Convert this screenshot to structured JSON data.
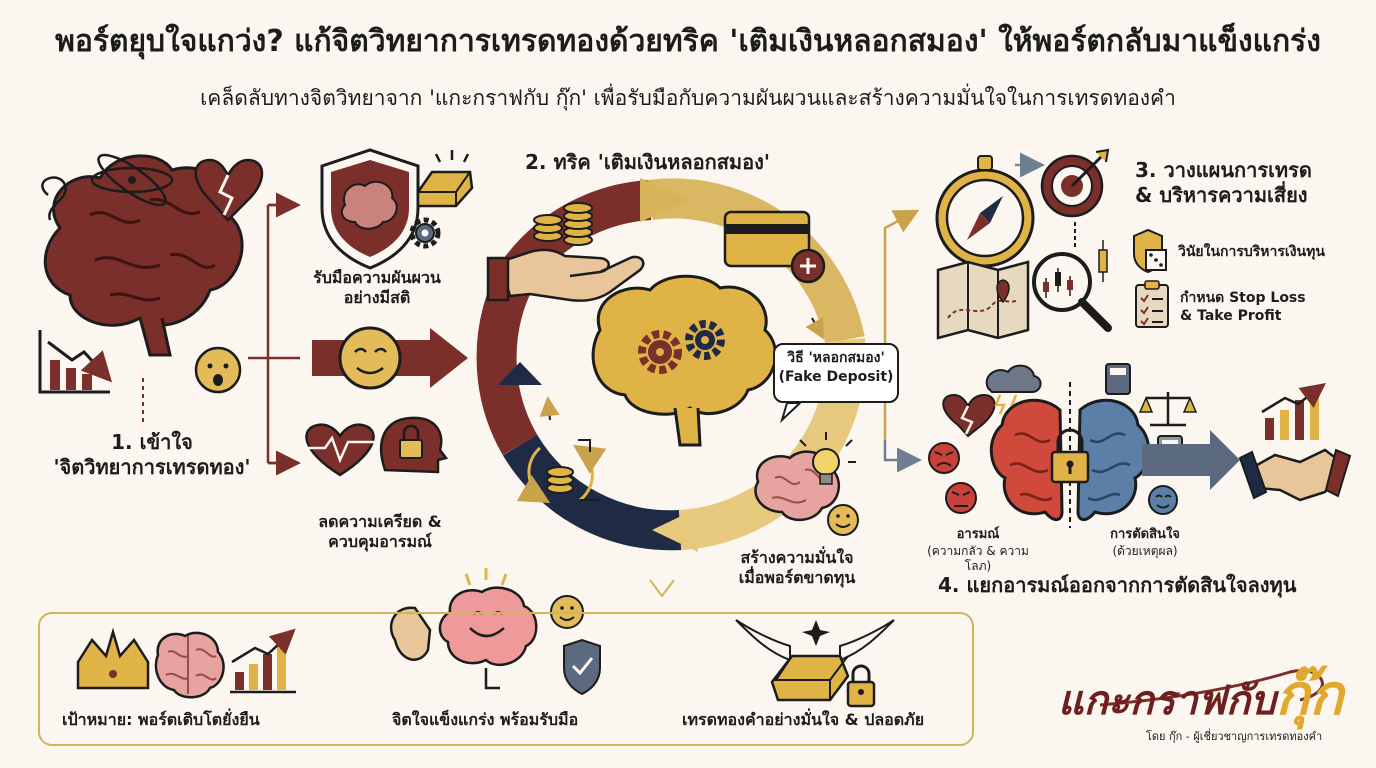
{
  "header": {
    "title": "พอร์ตยุบใจแกว่ง? แก้จิตวิทยาการเทรดทองด้วยทริค 'เติมเงินหลอกสมอง' ให้พอร์ตกลับมาแข็งแกร่ง",
    "subtitle": "เคล็ดลับทางจิตวิทยาจาก 'แกะกราฟกับ กุ๊ก' เพื่อรับมือกับความผันผวนและสร้างความมั่นใจในการเทรดทองคำ"
  },
  "step1": {
    "title_line1": "1. เข้าใจ",
    "title_line2": "'จิตวิทยาการเทรดทอง'",
    "item1_line1": "รับมือความผันผวน",
    "item1_line2": "อย่างมีสติ",
    "item2_line1": "ลดความเครียด &",
    "item2_line2": "ควบคุมอารมณ์"
  },
  "step2": {
    "title": "2. ทริค 'เติมเงินหลอกสมอง'",
    "bubble_line1": "วิธี 'หลอกสมอง'",
    "bubble_line2": "(Fake Deposit)",
    "result_line1": "สร้างความมั่นใจ",
    "result_line2": "เมื่อพอร์ตขาดทุน"
  },
  "step3": {
    "title_line1": "3. วางแผนการเทรด",
    "title_line2": "& บริหารความเสี่ยง",
    "item1": "วินัยในการบริหารเงินทุน",
    "item2_line1": "กำหนด Stop Loss",
    "item2_line2": "& Take Profit"
  },
  "step4": {
    "emotion_label": "อารมณ์",
    "emotion_sub": "(ความกลัว & ความโลภ)",
    "decision_label": "การตัดสินใจ",
    "decision_sub": "(ด้วยเหตุผล)",
    "title": "4. แยกอารมณ์ออกจากการตัดสินใจลงทุน"
  },
  "goals": {
    "item1": "เป้าหมาย: พอร์ตเติบโตยั่งยืน",
    "item2": "จิตใจแข็งแกร่ง พร้อมรับมือ",
    "item3": "เทรดทองคำอย่างมั่นใจ & ปลอดภัย"
  },
  "brand": {
    "name": "แกะกราฟกับ",
    "accent": "กุ๊ก",
    "byline": "โดย กุ๊ก - ผู้เชี่ยวชาญการเทรดทองคำ"
  },
  "colors": {
    "brain_brown": "#7a2f2a",
    "gold": "#d8b35a",
    "navy": "#1f2a44",
    "red": "#c8413a",
    "blue": "#5b7fa6",
    "cream": "#fbf7f0"
  }
}
